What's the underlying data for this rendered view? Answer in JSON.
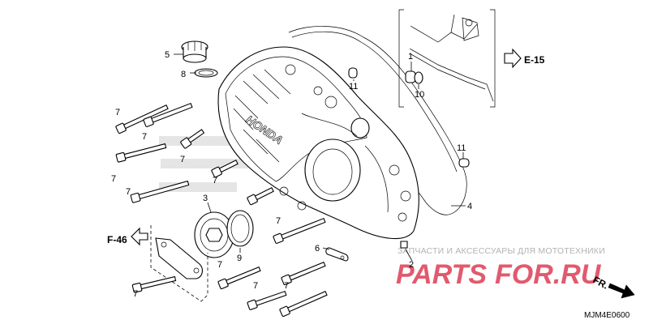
{
  "diagram": {
    "part_callouts": [
      {
        "id": "c-5",
        "label": "5"
      },
      {
        "id": "c-8",
        "label": "8"
      },
      {
        "id": "c-1",
        "label": "1"
      },
      {
        "id": "c-10",
        "label": "10"
      },
      {
        "id": "c-11a",
        "label": "11"
      },
      {
        "id": "c-11b",
        "label": "11"
      },
      {
        "id": "c-4",
        "label": "4"
      },
      {
        "id": "c-3",
        "label": "3"
      },
      {
        "id": "c-9",
        "label": "9"
      },
      {
        "id": "c-6",
        "label": "6"
      },
      {
        "id": "c-2",
        "label": "2"
      },
      {
        "id": "c-7a",
        "label": "7"
      },
      {
        "id": "c-7b",
        "label": "7"
      },
      {
        "id": "c-7c",
        "label": "7"
      },
      {
        "id": "c-7d",
        "label": "7"
      },
      {
        "id": "c-7e",
        "label": "7"
      },
      {
        "id": "c-7f",
        "label": "7"
      },
      {
        "id": "c-7g",
        "label": "7"
      },
      {
        "id": "c-7h",
        "label": "7"
      },
      {
        "id": "c-7i",
        "label": "7"
      },
      {
        "id": "c-7j",
        "label": "7"
      },
      {
        "id": "c-7k",
        "label": "7"
      }
    ],
    "references": {
      "e15": "E-15",
      "f46": "F-46"
    },
    "cover_brand": "HONDA",
    "front_marker": "FR.",
    "diagram_code": "MJM4E0600"
  },
  "watermark": {
    "tagline": "ЗАПЧАСТИ И АКСЕССУАРЫ ДЛЯ МОТОТЕХНИКИ",
    "logo_main": "PARTS",
    "logo_accent": "FOR.RU",
    "logo_color": "#e15a6e"
  }
}
